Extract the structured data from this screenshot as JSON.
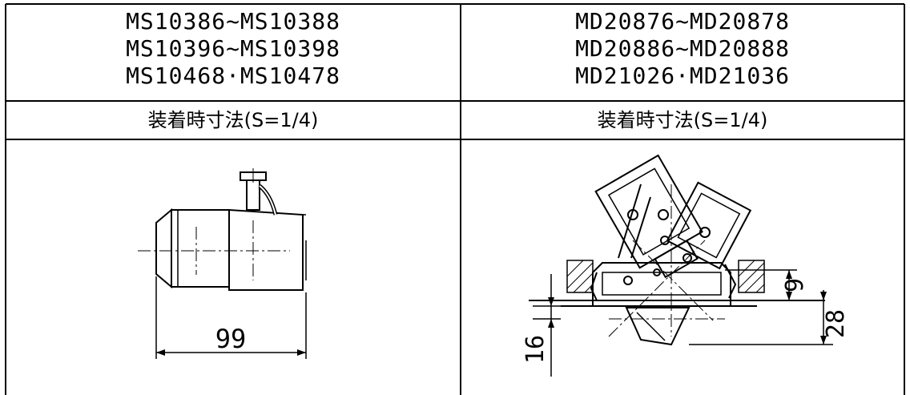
{
  "left": {
    "models": [
      "MS10386~MS10388",
      "MS10396~MS10398",
      "MS10468·MS10478"
    ],
    "dim_title": "装着時寸法(S=1/4)",
    "dims": {
      "width": "99"
    }
  },
  "right": {
    "models": [
      "MD20876~MD20878",
      "MD20886~MD20888",
      "MD21026·MD21036"
    ],
    "dim_title": "装着時寸法(S=1/4)",
    "dims": {
      "top": "9",
      "overall": "28",
      "bottom": "16"
    }
  }
}
